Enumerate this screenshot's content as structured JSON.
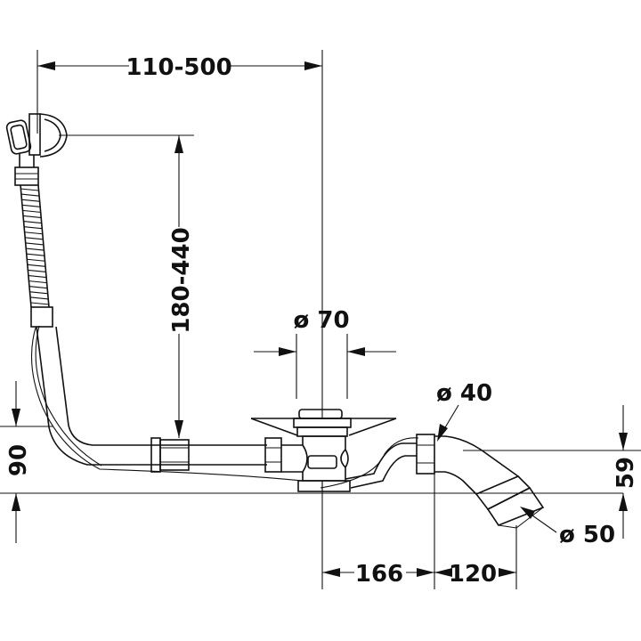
{
  "drawing": {
    "dimensions": {
      "horizontal_adjust": "110-500",
      "vertical_adjust": "180-440",
      "overflow_diameter": "ø 70",
      "outlet_diameter": "ø 40",
      "drain_diameter": "ø 50",
      "height_left": "90",
      "height_right": "59",
      "spacing_a": "166",
      "spacing_b": "120"
    }
  }
}
